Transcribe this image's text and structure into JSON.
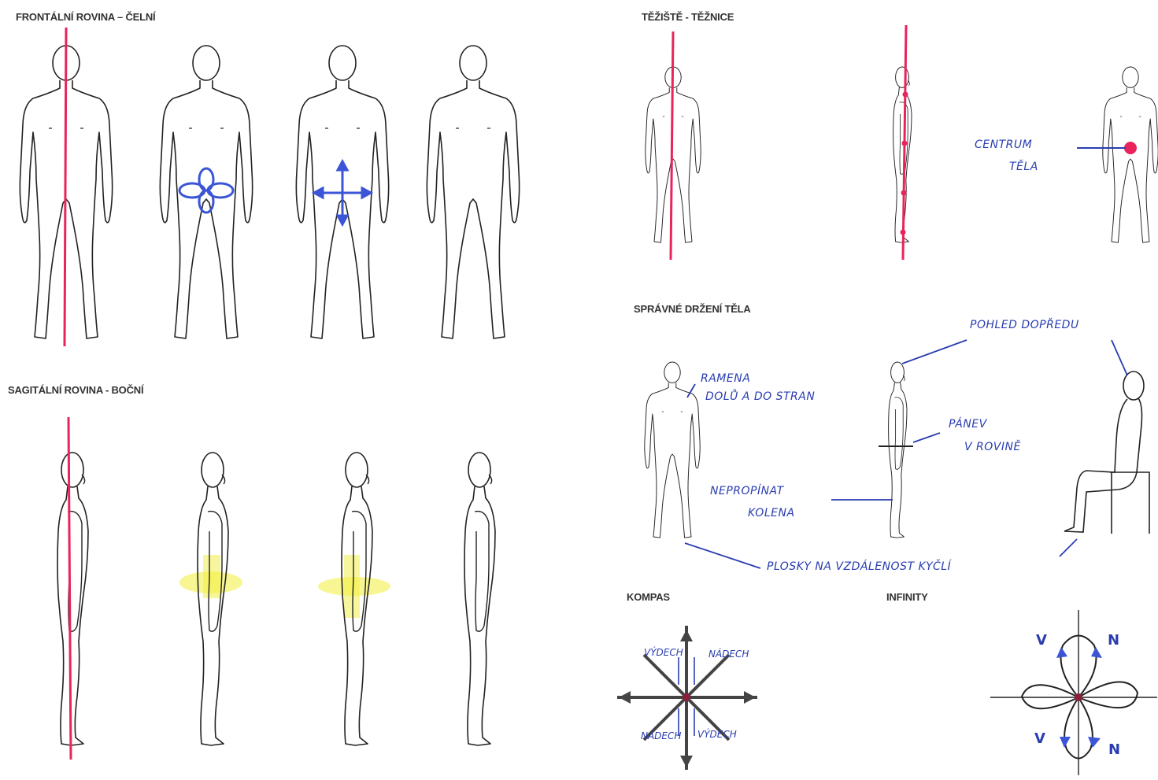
{
  "sections": {
    "frontal": "FRONTÁLNÍ ROVINA – ČELNÍ",
    "sagittal": "SAGITÁLNÍ ROVINA - BOČNÍ",
    "gravity": "TĚŽIŠTĚ - TĚŽNICE",
    "posture": "SPRÁVNÉ DRŽENÍ TĚLA",
    "compass": "KOMPAS",
    "infinity": "INFINITY"
  },
  "annotations": {
    "body_center_1": "CENTRUM",
    "body_center_2": "TĚLA",
    "gaze_forward": "POHLED DOPŘEDU",
    "shoulders_1": "RAMENA",
    "shoulders_2": "DOLŮ A DO STRAN",
    "pelvis_1": "PÁNEV",
    "pelvis_2": "V ROVINĚ",
    "knees_1": "NEPROPÍNAT",
    "knees_2": "KOLENA",
    "feet": "PLOSKY NA VZDÁLENOST KYČLÍ"
  },
  "compass_labels": {
    "inhale_top": "VÝDECH",
    "exhale_top": "NÁDECH",
    "inhale_bottom": "NÁDECH",
    "exhale_bottom": "VÝDECH"
  },
  "infinity_labels": {
    "v_top": "V",
    "n_top": "N",
    "v_bottom": "V",
    "n_bottom": "N"
  },
  "colors": {
    "plumb_line": "#e8245c",
    "annotation": "#2a3db0",
    "highlight": "#f2ee3a",
    "outline": "#222222"
  }
}
